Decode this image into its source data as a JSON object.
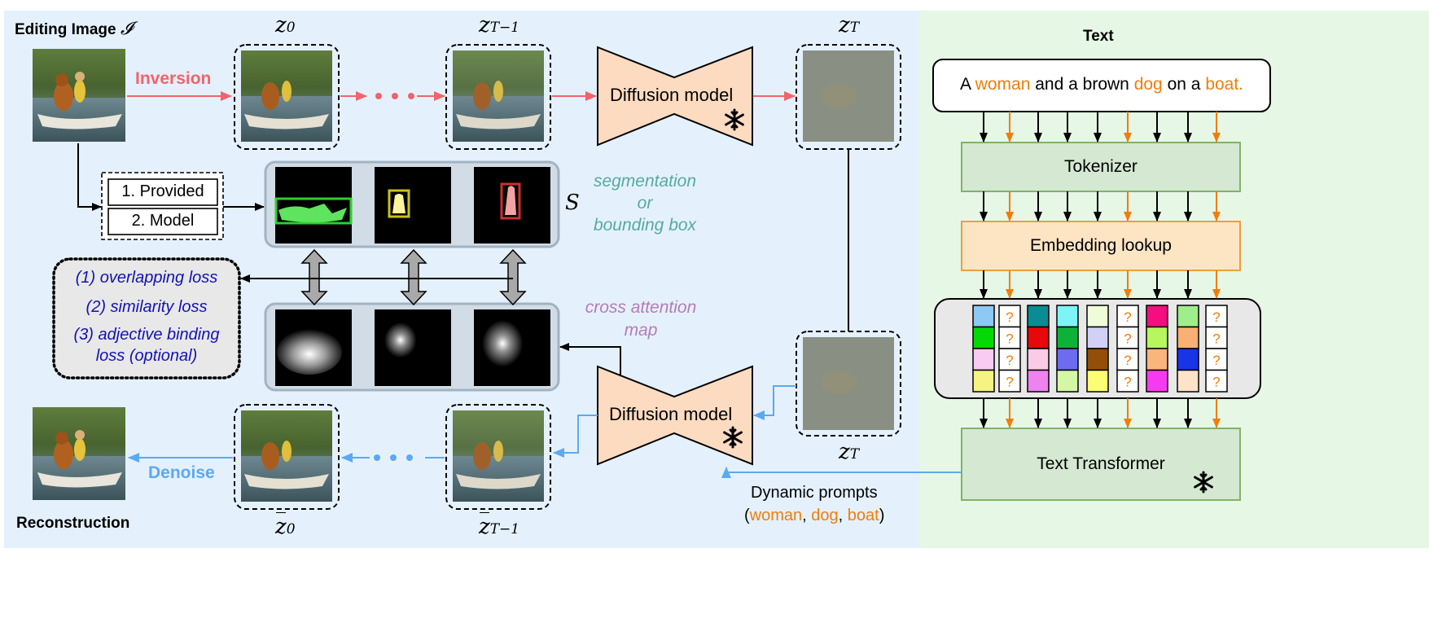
{
  "editing_image_label": "Editing Image",
  "editing_image_symbol": "𝓘",
  "reconstruction_label": "Reconstruction",
  "inversion_label": "Inversion",
  "denoise_label": "Denoise",
  "latents": {
    "z0": {
      "base": "z",
      "sub": "0"
    },
    "zT1": {
      "base": "z",
      "sub": "T−1"
    },
    "zT_top": {
      "base": "z",
      "sub": "T"
    },
    "zT_bottom": {
      "base": "z",
      "sub": "T"
    },
    "zbar0": {
      "base": "z",
      "sub": "0"
    },
    "zbarT1": {
      "base": "z",
      "sub": "T−1"
    }
  },
  "diffusion_model_top": "Diffusion model",
  "diffusion_model_bottom": "Diffusion model",
  "mask_source_options": [
    "1. Provided",
    "2. Model"
  ],
  "seg_symbol": "S",
  "segmentation_note": [
    "segmentation",
    "or",
    "bounding box"
  ],
  "cross_attention_note": [
    "cross attention",
    "map"
  ],
  "losses": [
    "(1) overlapping loss",
    "(2) similarity loss",
    "(3) adjective binding",
    "loss (optional)"
  ],
  "text_panel_title": "Text",
  "prompt": {
    "tokens": [
      {
        "text": "A",
        "highlight": false
      },
      {
        "text": "woman",
        "highlight": true
      },
      {
        "text": "and",
        "highlight": false
      },
      {
        "text": "a",
        "highlight": false
      },
      {
        "text": "brown",
        "highlight": false
      },
      {
        "text": "dog",
        "highlight": true
      },
      {
        "text": "on",
        "highlight": false
      },
      {
        "text": "a",
        "highlight": false
      },
      {
        "text": "boat.",
        "highlight": true
      }
    ]
  },
  "tokenizer_label": "Tokenizer",
  "embedding_label": "Embedding lookup",
  "text_transformer_label": "Text Transformer",
  "dynamic_prompts_label": "Dynamic prompts",
  "dynamic_prompt_words": [
    "woman",
    "dog",
    "boat"
  ],
  "embedding_unknown_symbol": "?",
  "embedding_columns": [
    [
      "#8ec8f4",
      "#05d905",
      "#f9cbf3",
      "#f5f482"
    ],
    null,
    [
      "#0a8c94",
      "#e8070b",
      "#f9cbe6",
      "#ee82ee"
    ],
    [
      "#7ff4f6",
      "#0db338",
      "#6b6cf0",
      "#d3f7a5"
    ],
    [
      "#eefdd8",
      "#d3d0f8",
      "#934f08",
      "#fcfd73"
    ],
    null,
    [
      "#f40e80",
      "#b5f75d",
      "#fab57c",
      "#f73aef"
    ],
    [
      "#a0ed8c",
      "#f8b073",
      "#1934e6",
      "#fde3c7"
    ],
    null
  ],
  "colors": {
    "left_panel_bg": "#e4f1fd",
    "right_panel_bg": "#e6f7e6",
    "inversion": "#f2636b",
    "denoise": "#5da9f0",
    "highlight_word": "#f07d0b",
    "orange_arrow": "#f07d0b",
    "loss_text": "#1212b8",
    "seg_note": "#56aaa0",
    "attn_note": "#b77ab7",
    "diffusion_fill": "#fddbc0",
    "tokenizer_fill": "#d4e8d2",
    "tokenizer_border": "#82b366",
    "embedding_fill": "#fde5c4",
    "embedding_border": "#e9a13a"
  }
}
